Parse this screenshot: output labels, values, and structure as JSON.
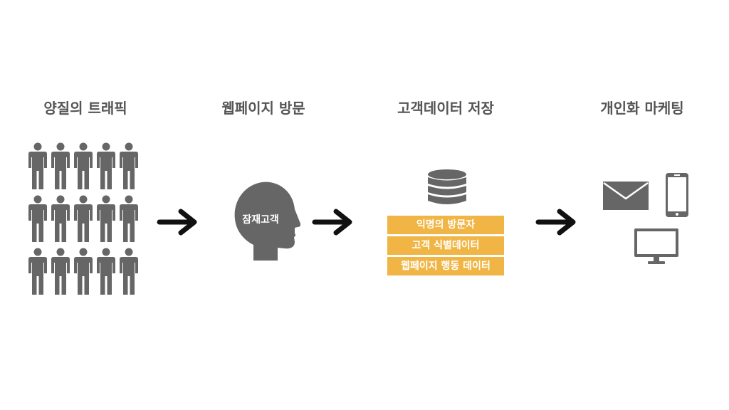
{
  "stages": [
    {
      "title": "양질의 트래픽"
    },
    {
      "title": "웹페이지 방문",
      "head_label": "잠재고객"
    },
    {
      "title": "고객데이터 저장",
      "data_items": [
        "익명의 방문자",
        "고객 식별데이터",
        "웹페이지 행동 데이터"
      ]
    },
    {
      "title": "개인화 마케팅"
    }
  ],
  "colors": {
    "icon_gray": "#666666",
    "arrow": "#111111",
    "data_bar": "#f0b544",
    "title_text": "#555555"
  },
  "icons": [
    "person-icon",
    "arrow-right-icon",
    "head-profile-icon",
    "database-icon",
    "envelope-icon",
    "smartphone-icon",
    "monitor-icon"
  ]
}
